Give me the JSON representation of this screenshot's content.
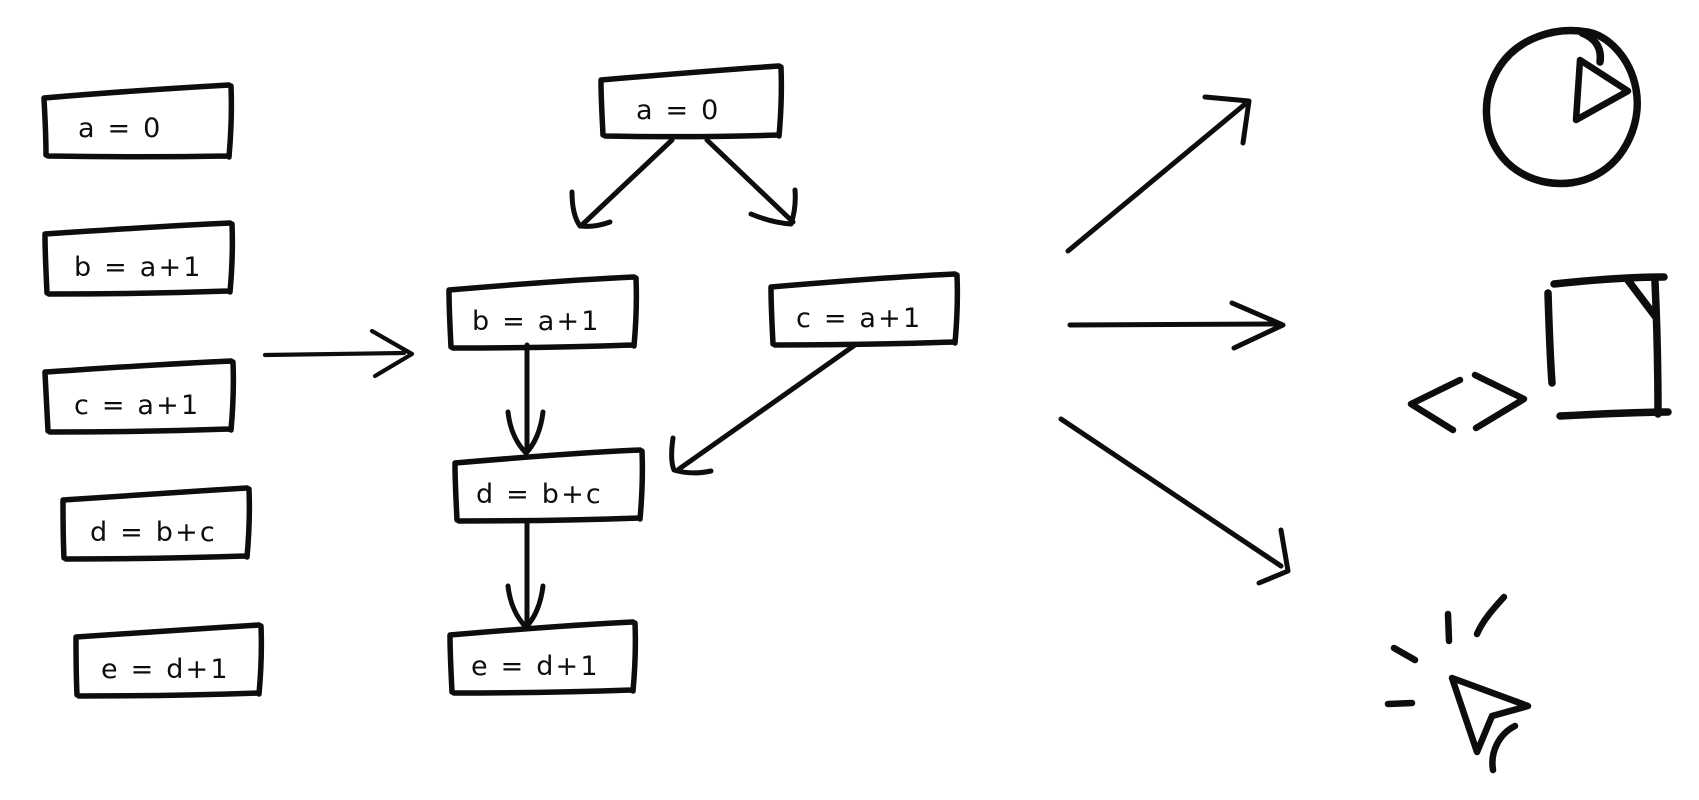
{
  "diagram": {
    "title": "Static single assignment / dependency graph sketch",
    "style": "hand-drawn-whiteboard",
    "ink_color": "#0d0d0d",
    "background_color": "#ffffff",
    "left_column": {
      "label": "sequential-statement-list",
      "statements": [
        {
          "id": "stmt-a",
          "text": "a = 0"
        },
        {
          "id": "stmt-b",
          "text": "b = a+1"
        },
        {
          "id": "stmt-c",
          "text": "c = a+1"
        },
        {
          "id": "stmt-d",
          "text": "d = b+c"
        },
        {
          "id": "stmt-e",
          "text": "e = d+1"
        }
      ]
    },
    "transform_arrow": {
      "label": "transforms-into",
      "direction": "right"
    },
    "graph": {
      "label": "dependency-graph",
      "nodes": [
        {
          "id": "node-a",
          "text": "a = 0"
        },
        {
          "id": "node-b",
          "text": "b = a+1"
        },
        {
          "id": "node-c",
          "text": "c = a+1"
        },
        {
          "id": "node-d",
          "text": "d = b+c"
        },
        {
          "id": "node-e",
          "text": "e = d+1"
        }
      ],
      "edges": [
        {
          "id": "edge-a-b",
          "from": "a = 0",
          "to": "b = a+1"
        },
        {
          "id": "edge-a-c",
          "from": "a = 0",
          "to": "c = a+1"
        },
        {
          "id": "edge-b-d",
          "from": "b = a+1",
          "to": "d = b+c"
        },
        {
          "id": "edge-c-d",
          "from": "c = a+1",
          "to": "d = b+c"
        },
        {
          "id": "edge-d-e",
          "from": "d = b+c",
          "to": "e = d+1"
        }
      ]
    },
    "fanout": {
      "label": "graph-consumers",
      "arrows": [
        {
          "id": "fanout-arrow-up",
          "direction": "up-right",
          "target": "play-icon"
        },
        {
          "id": "fanout-arrow-right",
          "direction": "right",
          "target": "code-document-icon"
        },
        {
          "id": "fanout-arrow-down",
          "direction": "down-right",
          "target": "click-cursor-icon"
        }
      ],
      "icons": [
        {
          "id": "play-icon",
          "name": "play-button-icon",
          "meaning": "run / execute"
        },
        {
          "id": "code-document-icon",
          "name": "code-document-icon",
          "meaning": "generate code",
          "glyph": "<>"
        },
        {
          "id": "click-cursor-icon",
          "name": "click-cursor-icon",
          "meaning": "interact / click"
        }
      ]
    }
  }
}
